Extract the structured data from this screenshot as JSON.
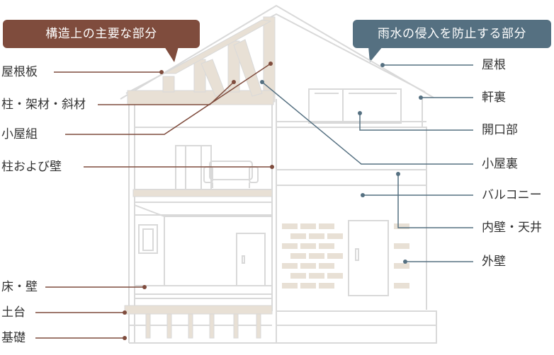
{
  "callouts": {
    "structural": "構造上の主要な部分",
    "rainwater": "雨水の侵入を防止する部分"
  },
  "labels_left": [
    "屋根板",
    "柱・架材・斜材",
    "小屋組",
    "柱および壁",
    "床・壁",
    "土台",
    "基礎"
  ],
  "labels_right": [
    "屋根",
    "軒裏",
    "開口部",
    "小屋裏",
    "バルコニー",
    "内壁・天井",
    "外壁"
  ],
  "colors": {
    "structural": "#7f4c3d",
    "rainwater": "#557081",
    "outline": "#d9d9d9",
    "wood": "#e8e0d5",
    "text": "#333333"
  }
}
